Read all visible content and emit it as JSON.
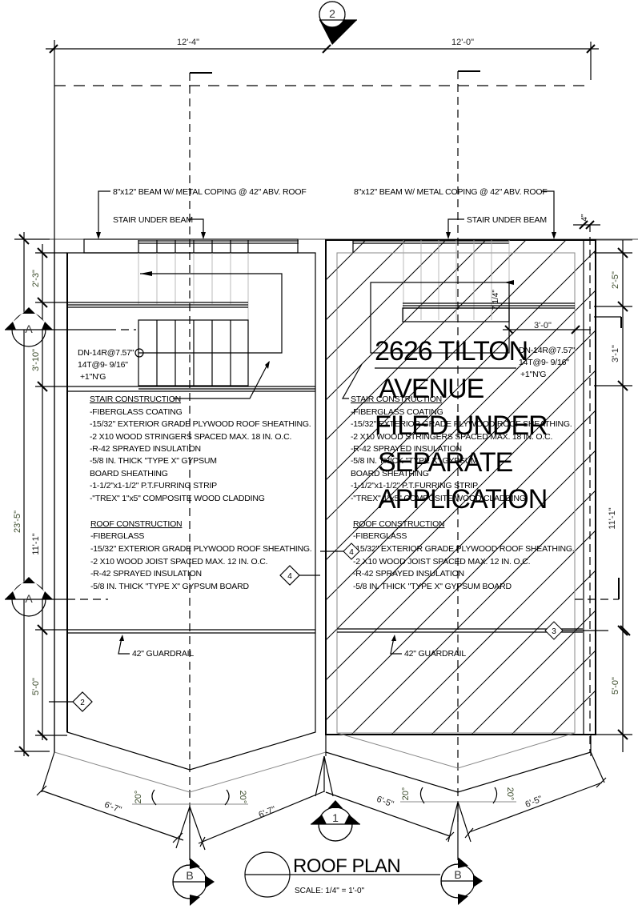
{
  "drawing": {
    "title": "ROOF PLAN",
    "scale": "SCALE: 1/4\" = 1'-0\"",
    "overlay_text_lines": [
      "2626 TILTON",
      "AVENUE",
      "FILED UNDER",
      "SEPARATE",
      "APPLICATION"
    ],
    "top_dimensions": [
      "12'-4\"",
      "12'-0\""
    ],
    "left_dimensions": {
      "overall": "23'-5\"",
      "segments": [
        "2'-3\"",
        "3'-10\"",
        "11'-1\"",
        "5'-0\""
      ]
    },
    "right_dimensions": {
      "segments": [
        "4\"",
        "2'-5\"",
        "3'-1\"",
        "11'-1\"",
        "5'-0\""
      ],
      "horizontal": "3'-0\"",
      "small_riser": "7 1/4\""
    },
    "bottom_dimensions": {
      "left_lengths": [
        "6'-7\"",
        "6'-7\""
      ],
      "right_lengths": [
        "6'-5\"",
        "6'-5\""
      ],
      "angles": [
        "20°",
        "20°",
        "20°",
        "20°"
      ]
    },
    "callouts": {
      "beam_left": "8\"x12\" BEAM W/ METAL COPING @ 42\" ABV. ROOF",
      "beam_right": "8\"x12\" BEAM W/ METAL COPING @ 42\" ABV. ROOF",
      "stair_under_beam_left": "STAIR UNDER BEAM",
      "stair_under_beam_right": "STAIR UNDER BEAM",
      "guardrail_left": "42\" GUARDRAIL",
      "guardrail_right": "42\" GUARDRAIL"
    },
    "stair_note": [
      "DN-14R@7.57\"",
      "14T@9- 9/16\"",
      "+1\"N'G"
    ],
    "stair_construction": {
      "heading": "STAIR CONSTRUCTION",
      "items": [
        "-FIBERGLASS COATING",
        "-15/32\"  EXTERIOR GRADE  PLYWOOD  ROOF SHEATHING.",
        "-2 X10  WOOD STRINGERS SPACED MAX. 18 IN. O.C.",
        "-R-42 SPRAYED INSULATION",
        "-5/8 IN. THICK  \"TYPE X\" GYPSUM",
        " BOARD  SHEATHING",
        "-1-1/2\"x1-1/2\" P.T.FURRING STRIP",
        "-\"TREX\" 1\"x5\" COMPOSITE WOOD CLADDING"
      ]
    },
    "roof_construction": {
      "heading": "ROOF CONSTRUCTION",
      "items": [
        "-FIBERGLASS",
        "-15/32\"  EXTERIOR GRADE  PLYWOOD ROOF SHEATHING.",
        "-2 X10  WOOD JOIST SPACED MAX. 12 IN. O.C.",
        "-R-42 SPRAYED INSULATION",
        "-5/8 IN. THICK  \"TYPE X\" GYPSUM BOARD"
      ]
    },
    "section_markers": {
      "top": "2",
      "left_upper": "A",
      "left_lower": "A",
      "bottom_center": "1",
      "bottom_left": "B",
      "bottom_right": "B",
      "title_bubble": ""
    },
    "detail_tags": [
      "4",
      "4",
      "2",
      "3"
    ]
  }
}
